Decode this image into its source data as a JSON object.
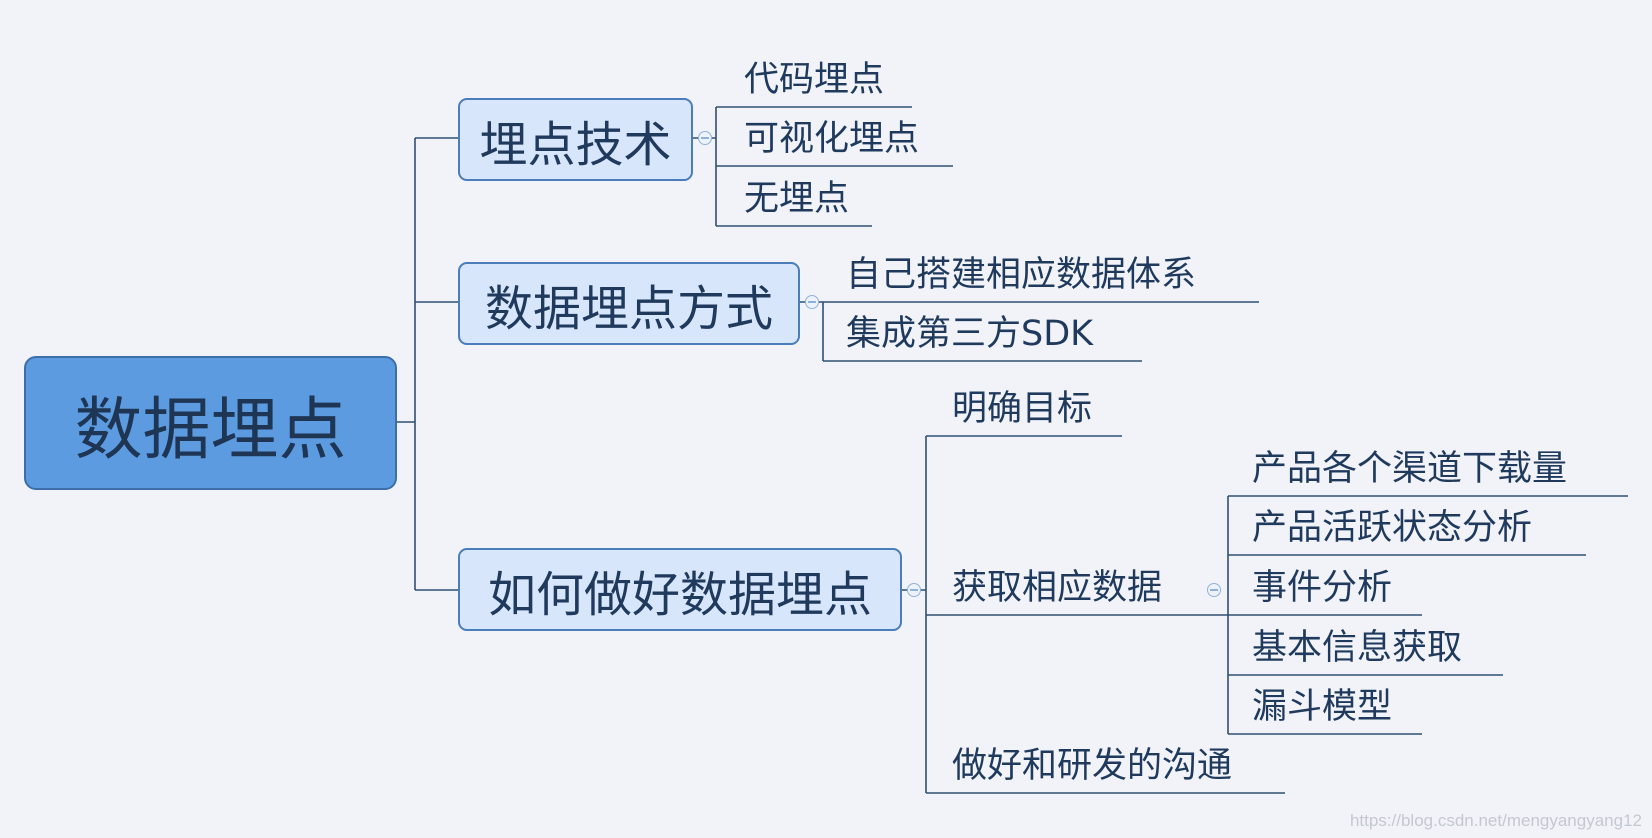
{
  "mindmap": {
    "root": "数据埋点",
    "branches": [
      {
        "label": "埋点技术",
        "children": [
          {
            "label": "代码埋点"
          },
          {
            "label": "可视化埋点"
          },
          {
            "label": "无埋点"
          }
        ]
      },
      {
        "label": "数据埋点方式",
        "children": [
          {
            "label": "自己搭建相应数据体系"
          },
          {
            "label": "集成第三方SDK"
          }
        ]
      },
      {
        "label": "如何做好数据埋点",
        "children": [
          {
            "label": "明确目标"
          },
          {
            "label": "获取相应数据",
            "children": [
              {
                "label": "产品各个渠道下载量"
              },
              {
                "label": "产品活跃状态分析"
              },
              {
                "label": "事件分析"
              },
              {
                "label": "基本信息获取"
              },
              {
                "label": "漏斗模型"
              }
            ]
          },
          {
            "label": "做好和研发的沟通"
          }
        ]
      }
    ]
  },
  "colors": {
    "background": "#f1f3f9",
    "root_fill": "#5d9be0",
    "branch_fill": "#d8e6fb",
    "connector": "#2f4f73",
    "collapse_marker": "#8fb2dd"
  },
  "watermark": "https://blog.csdn.net/mengyangyang12"
}
